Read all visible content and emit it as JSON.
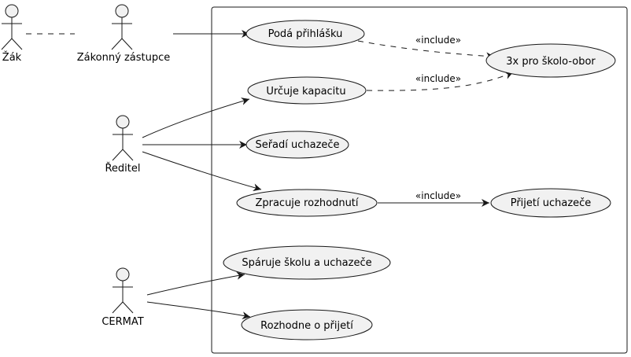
{
  "actors": {
    "zak": "Žák",
    "zakonny_zastupce": "Zákonný zástupce",
    "reditel": "Ředitel",
    "cermat": "CERMAT"
  },
  "use_cases": {
    "poda_prihlasku": "Podá přihlášku",
    "tri_pro_skolo_obor": "3x pro školo-obor",
    "urcuje_kapacitu": "Určuje kapacitu",
    "seradi_uchazece": "Seřadí uchazeče",
    "zpracuje_rozhodnuti": "Zpracuje rozhodnutí",
    "prijeti_uchazece": "Přijetí uchazeče",
    "sparuje_skolu": "Spáruje školu a uchazeče",
    "rozhodne_o_prijeti": "Rozhodne o přijetí"
  },
  "relations": {
    "include_1": "«include»",
    "include_2": "«include»",
    "include_3": "«include»"
  },
  "colors": {
    "usecase_fill": "#f1f1f1",
    "line": "#181818"
  }
}
